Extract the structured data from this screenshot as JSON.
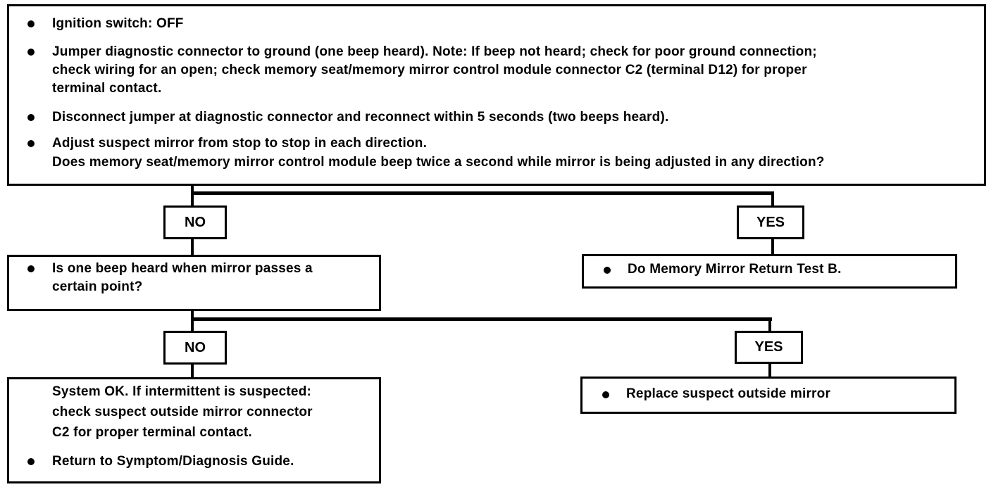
{
  "top_box": {
    "item1": "Ignition switch:  OFF",
    "item2_line1": "Jumper diagnostic connector to ground (one beep heard). Note: If beep not heard; check for poor ground connection;",
    "item2_line2": "check wiring for an open; check memory seat/memory mirror control module connector C2 (terminal D12) for proper",
    "item2_line3": "terminal contact.",
    "item3": "Disconnect jumper at diagnostic connector and reconnect within 5 seconds (two beeps heard).",
    "item4_line1": "Adjust suspect mirror from stop to stop in each direction.",
    "item4_line2": "Does memory seat/memory mirror control module beep twice a second while mirror is being adjusted in any direction?"
  },
  "branch1": {
    "no_label": "NO",
    "yes_label": "YES",
    "no_box_line1": "Is one beep heard when mirror passes a",
    "no_box_line2": "certain point?",
    "yes_box": "Do Memory Mirror Return Test B."
  },
  "branch2": {
    "no_label": "NO",
    "yes_label": "YES",
    "no_box_line1": "System OK. If intermittent is suspected:",
    "no_box_line2": "check suspect outside mirror connector",
    "no_box_line3": "C2 for proper terminal contact.",
    "no_box_line4": "Return to Symptom/Diagnosis Guide.",
    "yes_box": "Replace suspect outside mirror"
  }
}
